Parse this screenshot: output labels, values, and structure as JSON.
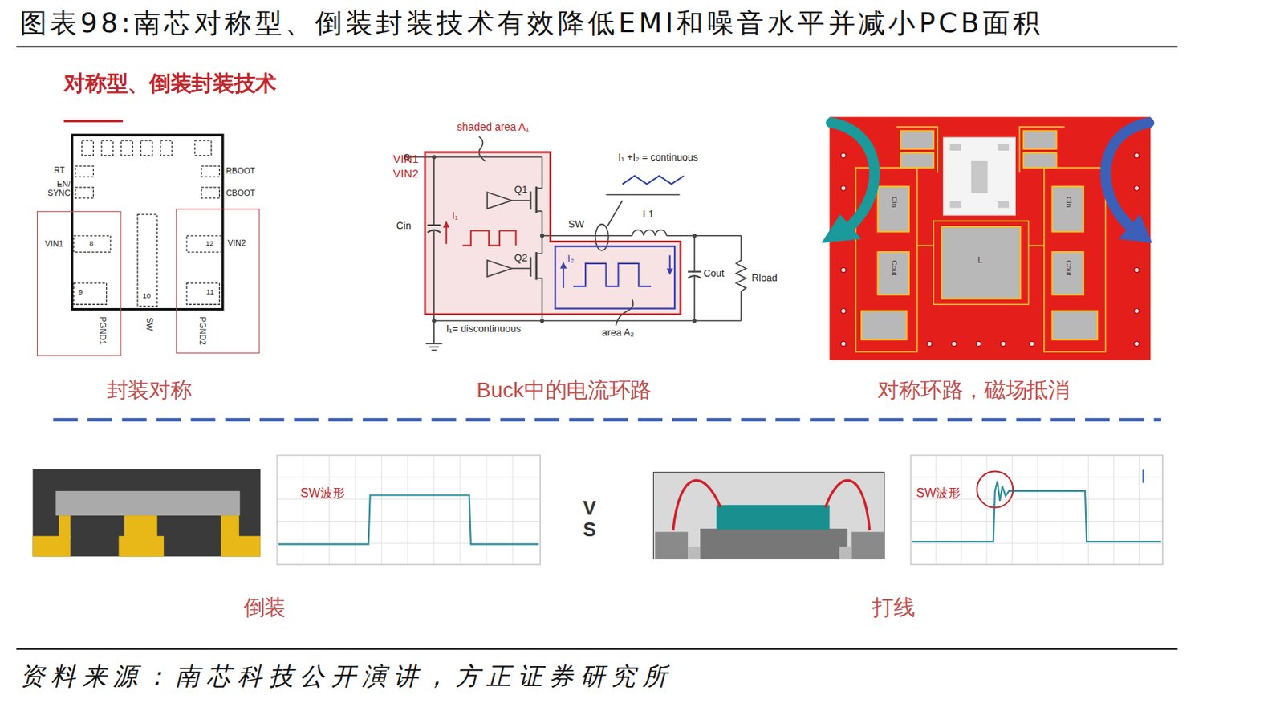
{
  "diagram": {
    "title": "图表98:南芯对称型、倒装封装技术有效降低EMI和噪音水平并减小PCB面积",
    "caption": "资料来源：南芯科技公开演讲，方正证券研究所",
    "nodes": [
      {
        "text": [
          "SW波形"
        ]
      },
      {
        "text": [
          "SW波形"
        ]
      },
      {
        "text": [
          "VIN1",
          "PGND1"
        ]
      },
      {
        "text": [
          "VIN2",
          "PGND2"
        ]
      },
      {
        "text": [
          "shaded area A₁"
        ]
      },
      {
        "text": [
          "area A₂"
        ],
        "in": 4
      }
    ],
    "labels": [
      "对称型、倒装封装技术",
      "RT",
      "EN/ SYNC",
      "RBOOT",
      "CBOOT",
      "SW",
      "8",
      "9",
      "10",
      "11",
      "12",
      "VIN1",
      "VIN2",
      "Q1",
      "Q2",
      "Cin",
      "I₁",
      "SW",
      "L1",
      "Cout",
      "Rload",
      "I₂",
      "I₁ +I₂ = continuous",
      "I₁= discontinuous",
      "Cin",
      "Cin",
      "Cout",
      "Cout",
      "L",
      "封装对称",
      "Buck中的电流环路",
      "对称环路，磁场抵消",
      "VS",
      "倒装",
      "打线"
    ]
  }
}
